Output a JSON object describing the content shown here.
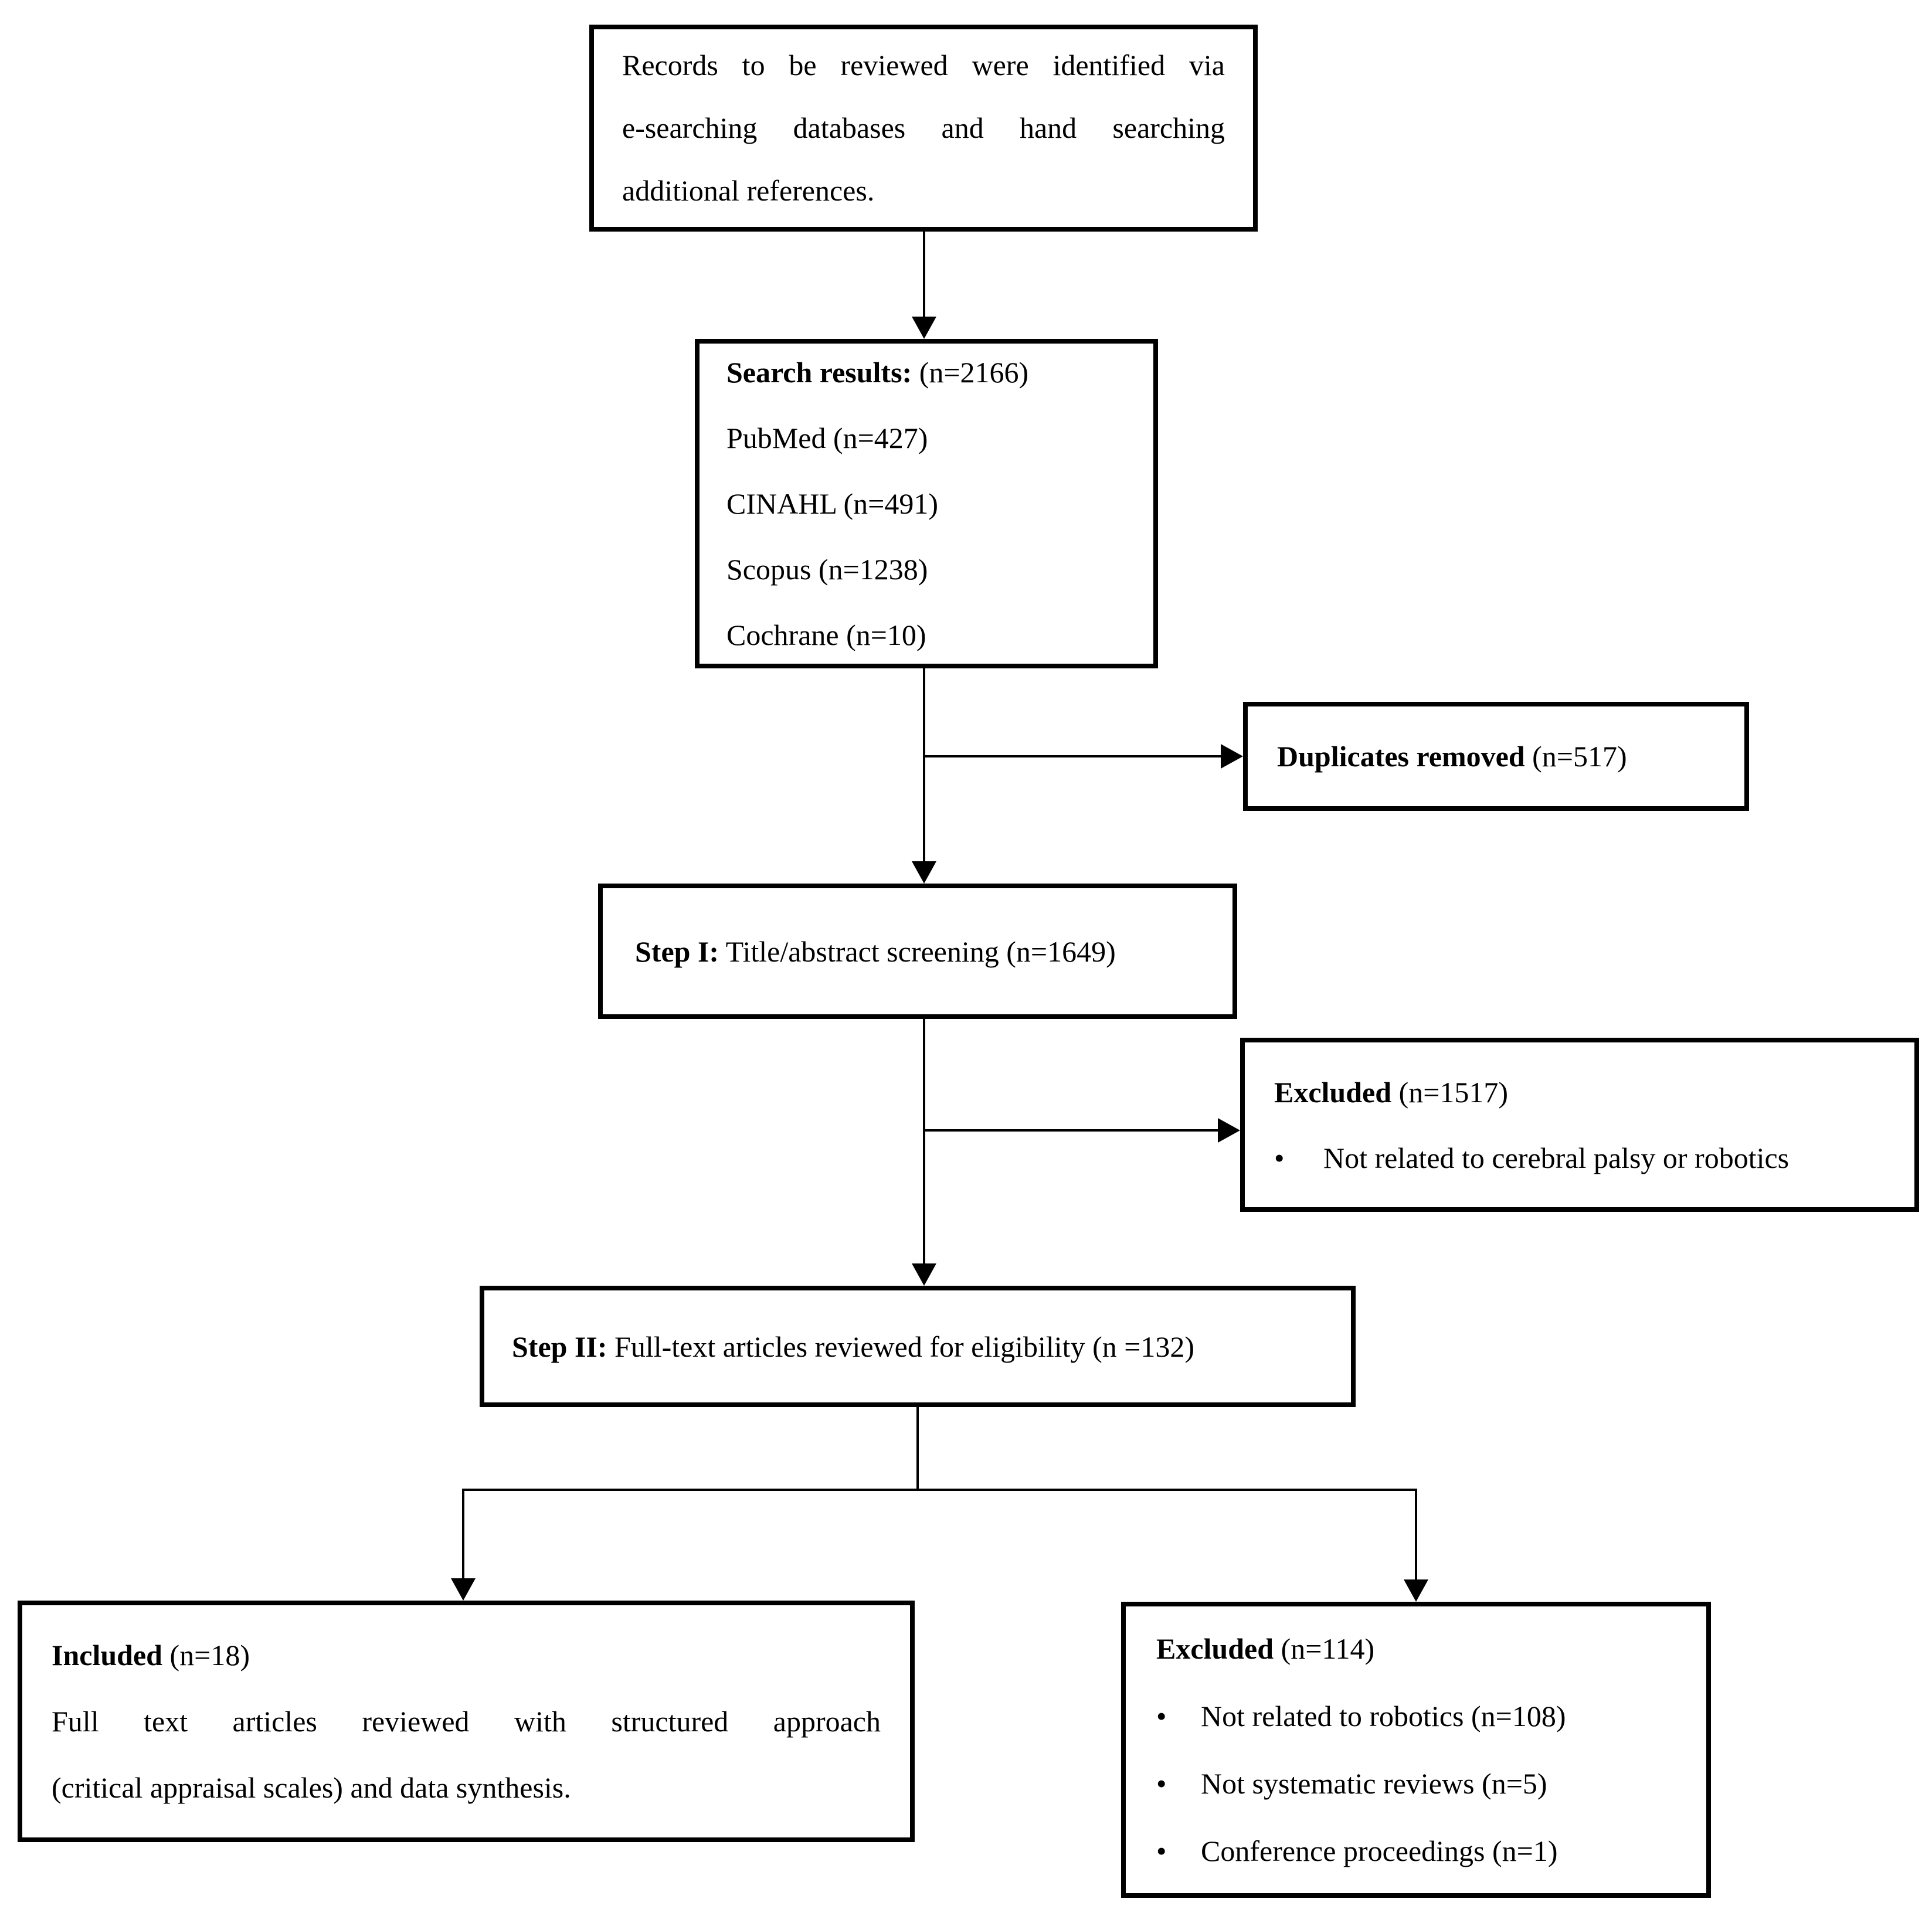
{
  "figure": {
    "background": "#ffffff",
    "line_color": "#000000"
  },
  "glyphs": {
    "bullet": "•"
  },
  "boxes": {
    "records": {
      "lines": [
        "Records to be reviewed were identified via",
        "e-searching databases and hand searching",
        "additional references."
      ]
    },
    "search": {
      "heading_bold": "Search results:",
      "heading_rest": " (n=2166)",
      "items": [
        "PubMed (n=427)",
        "CINAHL (n=491)",
        "Scopus (n=1238)",
        "Cochrane (n=10)"
      ]
    },
    "duplicates": {
      "bold": "Duplicates removed",
      "rest": " (n=517)"
    },
    "step1": {
      "bold": "Step I:",
      "rest": " Title/abstract screening (n=1649)"
    },
    "excluded_step1": {
      "bold": "Excluded",
      "rest": " (n=1517)",
      "bullets": [
        "Not related to cerebral palsy or robotics"
      ]
    },
    "step2": {
      "bold": "Step II:",
      "rest": " Full-text articles reviewed for eligibility (n =132)"
    },
    "included": {
      "bold": "Included",
      "rest": " (n=18)",
      "body_lines": [
        "Full text articles reviewed with structured approach",
        "(critical appraisal scales) and data synthesis."
      ]
    },
    "excluded_step2": {
      "bold": "Excluded",
      "rest": " (n=114)",
      "bullets": [
        "Not related to robotics (n=108)",
        "Not systematic reviews (n=5)",
        "Conference proceedings (n=1)"
      ]
    }
  }
}
